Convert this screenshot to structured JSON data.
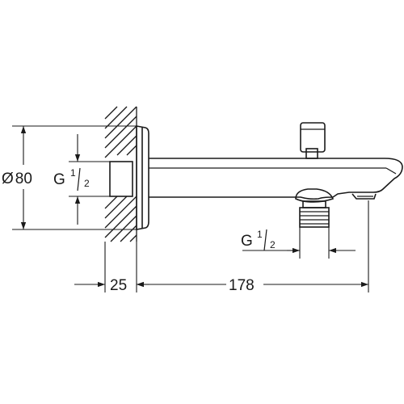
{
  "dimensions": {
    "diameter": {
      "symbol": "Ø",
      "value": "80"
    },
    "wall_thread": {
      "prefix": "G",
      "numerator": "1",
      "denominator": "2"
    },
    "diverter_thread": {
      "prefix": "G",
      "numerator": "1",
      "denominator": "2"
    },
    "rosette_depth": "25",
    "spout_length": "178"
  }
}
